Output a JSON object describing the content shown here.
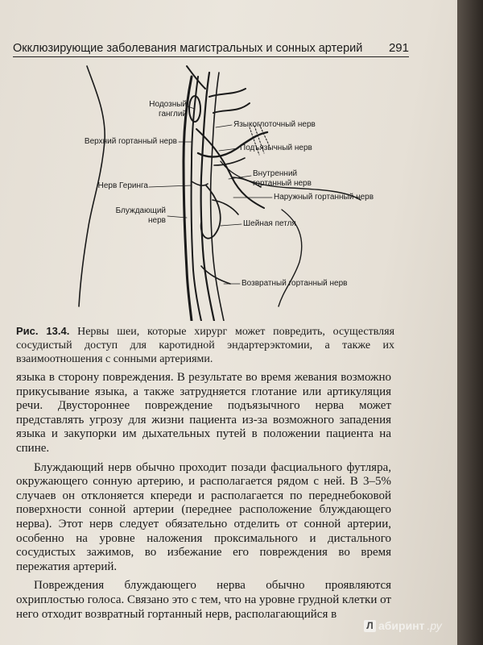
{
  "header": {
    "title": "Окклюзирующие заболевания магистральных и сонных артерий",
    "page_number": "291"
  },
  "figure": {
    "labels": {
      "nodose_ganglion": [
        "Нодозный",
        "ганглий"
      ],
      "superior_laryngeal": "Верхний гортанный нерв",
      "hering": "Нерв Геринга",
      "vagus": [
        "Блуждающий",
        "нерв"
      ],
      "glossopharyngeal": "Языкоглоточный нерв",
      "hypoglossal": "Подъязычный нерв",
      "internal_laryngeal": [
        "Внутренний",
        "гортанный нерв"
      ],
      "external_laryngeal": "Наружный гортанный нерв",
      "ansa_cervicalis": "Шейная петля",
      "recurrent_laryngeal": "Возвратный гортанный нерв"
    }
  },
  "caption": {
    "label": "Рис. 13.4.",
    "text": "Нервы шеи, которые хирург может повредить, осуществляя сосудистый доступ для каротидной эндартерэктомии, а также их взаимоотношения с сонными артериями."
  },
  "paragraphs": [
    "языка в сторону повреждения. В результате во время жевания возможно прикусывание языка, а также затрудняется глотание или артикуляция речи. Двустороннее повреждение подъязычного нерва может представлять угрозу для жизни пациента из-за возможного западения языка и закупорки им дыхательных путей в положении пациента на спине.",
    "Блуждающий нерв обычно проходит позади фасциального футляра, окружающего сонную артерию, и располагается рядом с ней. В 3–5% случаев он отклоняется кпереди и располагается по переднебоковой поверхности сонной артерии (переднее расположение блуждающего нерва). Этот нерв следует обязательно отделить от сонной артерии, особенно на уровне наложения проксимального и дистального сосудистых зажимов, во избежание его повреждения во время пережатия артерий.",
    "Повреждения блуждающего нерва обычно проявляются охриплостью голоса. Связано это с тем, что на уровне грудной клетки от него отходит возвратный гортанный нерв, располагающийся в"
  ],
  "watermark": {
    "letter": "Л",
    "brand": "абиринт",
    "domain": ".ру"
  }
}
